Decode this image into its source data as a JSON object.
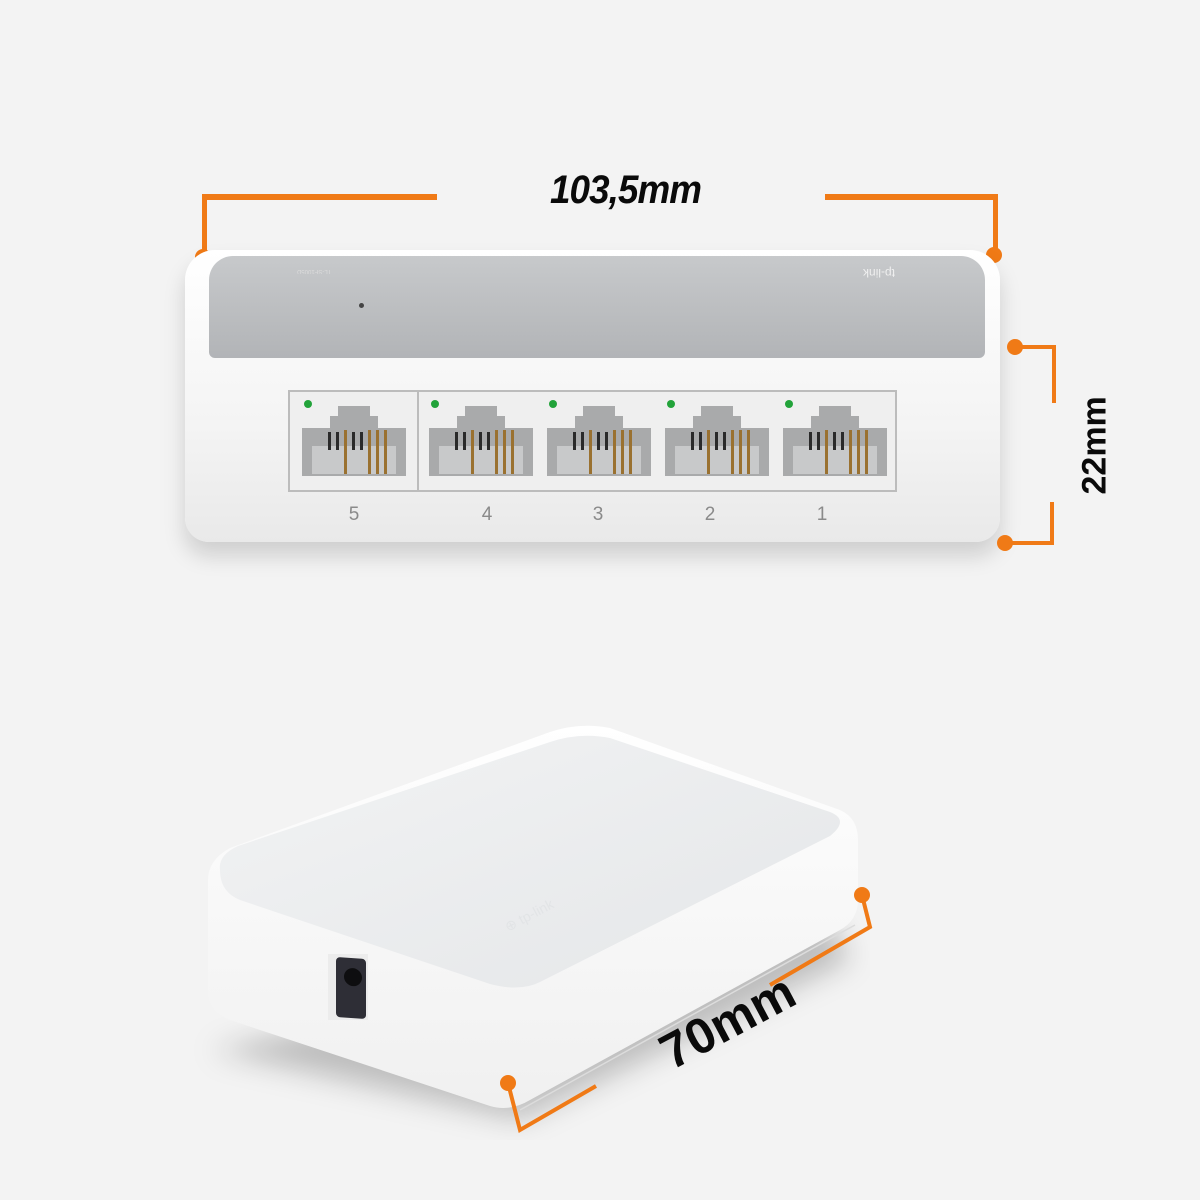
{
  "dimensions": {
    "width": {
      "label": "103,5mm"
    },
    "height": {
      "label": "22mm"
    },
    "depth": {
      "label": "70mm"
    },
    "annotation_color": "#f07a16"
  },
  "product_front": {
    "brand_logo": "tp-link",
    "ports": [
      {
        "number": "5",
        "led": "green"
      },
      {
        "number": "4",
        "led": "green"
      },
      {
        "number": "3",
        "led": "green"
      },
      {
        "number": "2",
        "led": "green"
      },
      {
        "number": "1",
        "led": "green"
      }
    ],
    "led_color": "#22a33a"
  },
  "product_angled": {
    "feature": "power-jack"
  }
}
